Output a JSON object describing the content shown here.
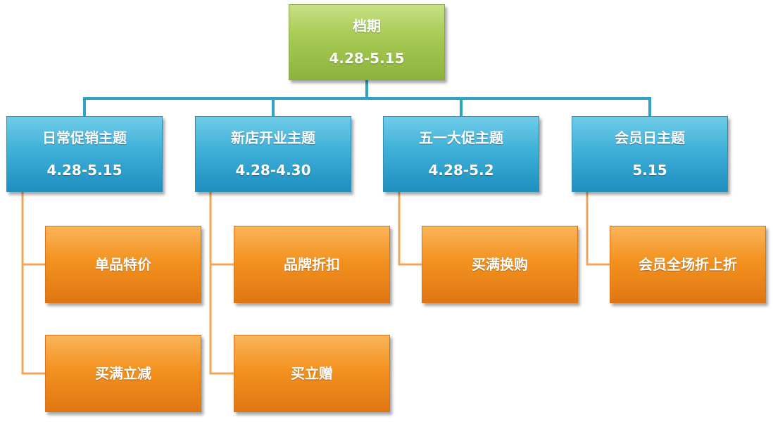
{
  "root": {
    "title": "档期",
    "dates": "4.28-5.15"
  },
  "themes": [
    {
      "title": "日常促销主题",
      "dates": "4.28-5.15",
      "children": [
        "单品特价",
        "买满立减"
      ]
    },
    {
      "title": "新店开业主题",
      "dates": "4.28-4.30",
      "children": [
        "品牌折扣",
        "买立赠"
      ]
    },
    {
      "title": "五一大促主题",
      "dates": "4.28-5.2",
      "children": [
        "买满换购"
      ]
    },
    {
      "title": "会员日主题",
      "dates": "5.15",
      "children": [
        "会员全场折上折"
      ]
    }
  ],
  "colors": {
    "root": "#9bc048",
    "theme": "#31a5d2",
    "leaf": "#f08a1b",
    "connector_top": "#31a3c4",
    "connector_leaf": "#f0a55a"
  }
}
